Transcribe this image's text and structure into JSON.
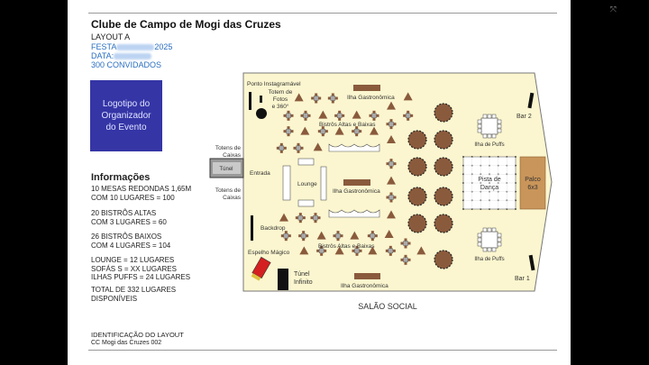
{
  "header": {
    "title": "Clube de Campo de Mogi das Cruzes",
    "layout": "LAYOUT A",
    "festa_label": "FESTA",
    "festa_year": "2025",
    "data_label": "DATA:",
    "guests": "300 CONVIDADOS"
  },
  "logo": {
    "lines": [
      "Logotipo do",
      "Organizador",
      "do Evento"
    ]
  },
  "info": {
    "heading": "Informações",
    "blocks": [
      [
        "10 MESAS REDONDAS 1,65M",
        "COM 10 LUGARES = 100"
      ],
      [
        "20 BISTRÔS ALTAS",
        "COM 3 LUGARES = 60"
      ],
      [
        "26 BISTRÔS BAIXOS",
        "COM 4 LUGARES = 104"
      ],
      [
        "LOUNGE = 12 LUGARES",
        "SOFÁS S = XX LUGARES",
        "ILHAS PUFFS = 24 LUGARES"
      ],
      [
        "TOTAL DE 332 LUGARES",
        "DISPONÍVEIS"
      ]
    ]
  },
  "footer": {
    "id_label": "IDENTIFICAÇÃO DO LAYOUT",
    "id_value": "CC Mogi das Cruzes 002"
  },
  "plan": {
    "room_name": "SALÃO SOCIAL",
    "ponto": "Ponto Instagramável",
    "totem": [
      "Totem de",
      "Fotos",
      "e 360°"
    ],
    "totens_caixas": [
      "Totens de",
      "Caixas"
    ],
    "tunel": "Túnel",
    "entrada": "Entrada",
    "lounge": "Lounge",
    "ilha_gastro": "Ilha Gastronômica",
    "bistros": "Bistrôs Altas e Baixas",
    "backdrop": "Backdrop",
    "espelho": "Espelho Mágico",
    "tunel_infinito": [
      "Túnel",
      "Infinito"
    ],
    "ilha_puffs": "Ilha de Puffs",
    "pista": [
      "Pista de",
      "Dança"
    ],
    "palco": [
      "Palco",
      "6x3"
    ],
    "bar1": "Bar 1",
    "bar2": "Bar 2"
  },
  "colors": {
    "floor": "#fbf6cf",
    "table": "#8a5a3c",
    "logo": "#3535a6",
    "stage": "#c9955a"
  }
}
